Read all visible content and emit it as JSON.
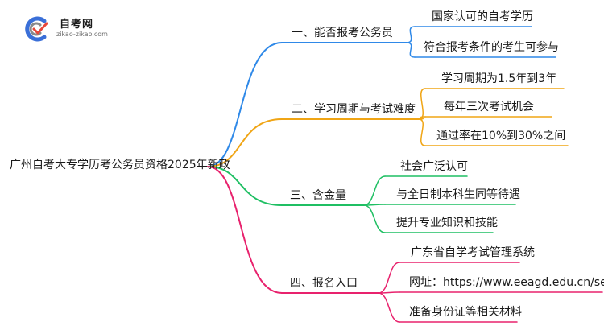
{
  "logo": {
    "title": "自考网",
    "url": "zikao-zikao.com",
    "colors": {
      "blue": "#3a6fd8",
      "gray": "#8a8a8a",
      "red": "#e8473a"
    }
  },
  "root": {
    "label": "广州自考大专学历考公务员资格2025年新政"
  },
  "branches": [
    {
      "label": "一、能否报考公务员",
      "color": "#2f89e8",
      "children": [
        "国家认可的自考学历",
        "符合报考条件的考生可参与"
      ]
    },
    {
      "label": "二、学习周期与考试难度",
      "color": "#f0a515",
      "children": [
        "学习周期为1.5年到3年",
        "每年三次考试机会",
        "通过率在10%到30%之间"
      ]
    },
    {
      "label": "三、含金量",
      "color": "#1fbf63",
      "children": [
        "社会广泛认可",
        "与全日制本科生同等待遇",
        "提升专业知识和技能"
      ]
    },
    {
      "label": "四、报名入口",
      "color": "#e8226d",
      "children": [
        "广东省自学考试管理系统",
        "网址：https://www.eeagd.edu.cn/selfec/",
        "准备身份证等相关材料"
      ]
    }
  ]
}
